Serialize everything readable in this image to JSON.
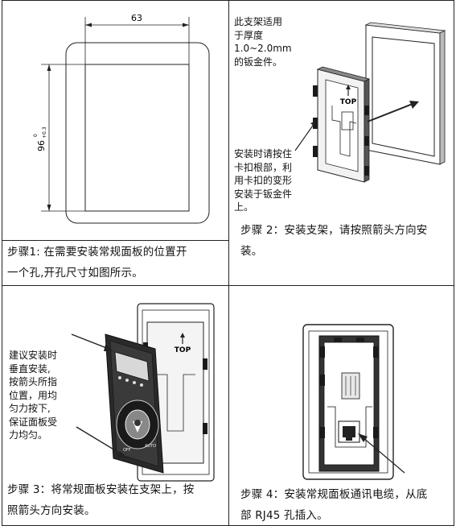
{
  "panel1": {
    "width_dim": "63",
    "height_dim": "96",
    "height_tol_upper": "0",
    "height_tol_lower": "+0.3",
    "step_line1": "步骤1: 在需要安装常规面板的位置开",
    "step_line2": "一个孔,开孔尺寸如图所示。"
  },
  "panel2": {
    "note_lines": [
      "此支架适用",
      "于厚度",
      "1.0~2.0mm",
      "的钣金件。"
    ],
    "note2_lines": [
      "安装时请按住",
      "卡扣根部，利",
      "用卡扣的变形",
      "安装于钣金件",
      "上。"
    ],
    "top_label": "TOP",
    "step_line1": "步骤 2：安装支架，请按照箭头方向安",
    "step_line2": "装。"
  },
  "panel3": {
    "note_lines": [
      "建议安装时",
      "垂直安装,",
      "按箭头所指",
      "位置，用均",
      "匀力按下,",
      "保证面板受",
      "力均匀。"
    ],
    "top_label": "TOP",
    "step_line1": "步骤 3：将常规面板安装在支架上，按",
    "step_line2": "照箭头方向安装。"
  },
  "panel4": {
    "step_line1": "步骤 4：安装常规面板通讯电缆，从底",
    "step_line2": "部 RJ45 孔插入。"
  },
  "colors": {
    "line": "#222222",
    "fill_dark": "#1a1a1a",
    "fill_mid": "#9a9a9a",
    "fill_light": "#e6e6e6"
  }
}
